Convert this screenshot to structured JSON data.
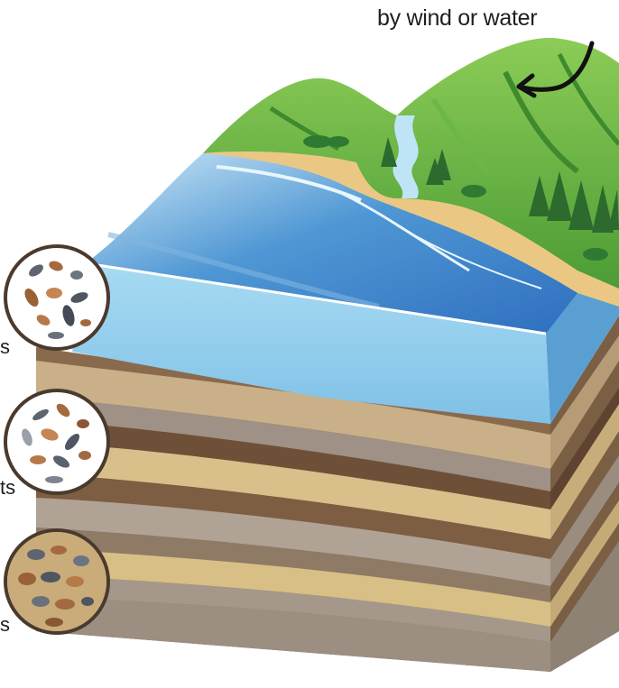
{
  "caption": {
    "top_line_cropped": "",
    "bottom_line": "by wind or water"
  },
  "edge_labels": {
    "upper": "s",
    "middle": "ts",
    "lower": "s",
    "right": ""
  },
  "icons": {
    "arrow": "curved-arrow-icon",
    "rocks_top": "loose-pebbles-icon",
    "rocks_middle": "compacting-pebbles-icon",
    "rocks_bottom": "cemented-rock-icon"
  },
  "colors": {
    "water_light": "#8ecbea",
    "water_dark": "#4a93d2",
    "mountain": "#5fb043",
    "sand": "#eac884",
    "layer_brown": "#8a6a4c",
    "layer_tan": "#d8c08a",
    "layer_gray": "#a59a90"
  }
}
